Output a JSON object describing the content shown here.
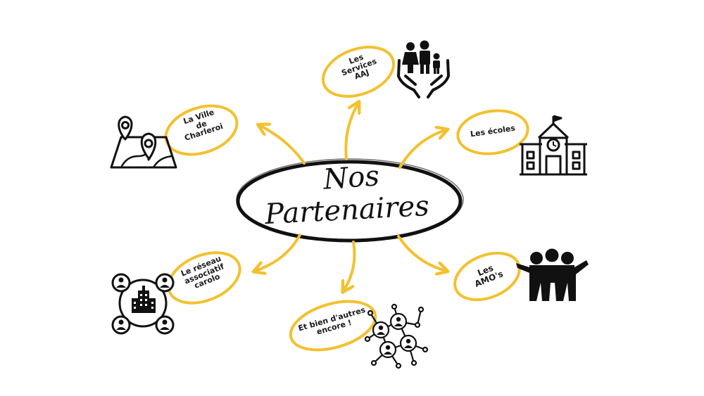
{
  "title": {
    "line1": "Nos",
    "line2": "Partenaires"
  },
  "colors": {
    "accent": "#f2c12e",
    "ink": "#111111"
  },
  "nodes": [
    {
      "id": "ville",
      "lines": [
        "La Ville",
        "de",
        "Charleroi"
      ],
      "icon": "map-pins-icon"
    },
    {
      "id": "aaj",
      "lines": [
        "Les",
        "Services",
        "AAJ"
      ],
      "icon": "family-hands-icon"
    },
    {
      "id": "ecoles",
      "lines": [
        "Les écoles"
      ],
      "icon": "school-building-icon"
    },
    {
      "id": "reseau",
      "lines": [
        "Le réseau",
        "associatif",
        "carolo"
      ],
      "icon": "network-building-icon"
    },
    {
      "id": "autres",
      "lines": [
        "Et bien d'autres",
        "encore !"
      ],
      "icon": "people-network-icon"
    },
    {
      "id": "amo",
      "lines": [
        "Les",
        "AMO's"
      ],
      "icon": "group-hug-icon"
    }
  ]
}
